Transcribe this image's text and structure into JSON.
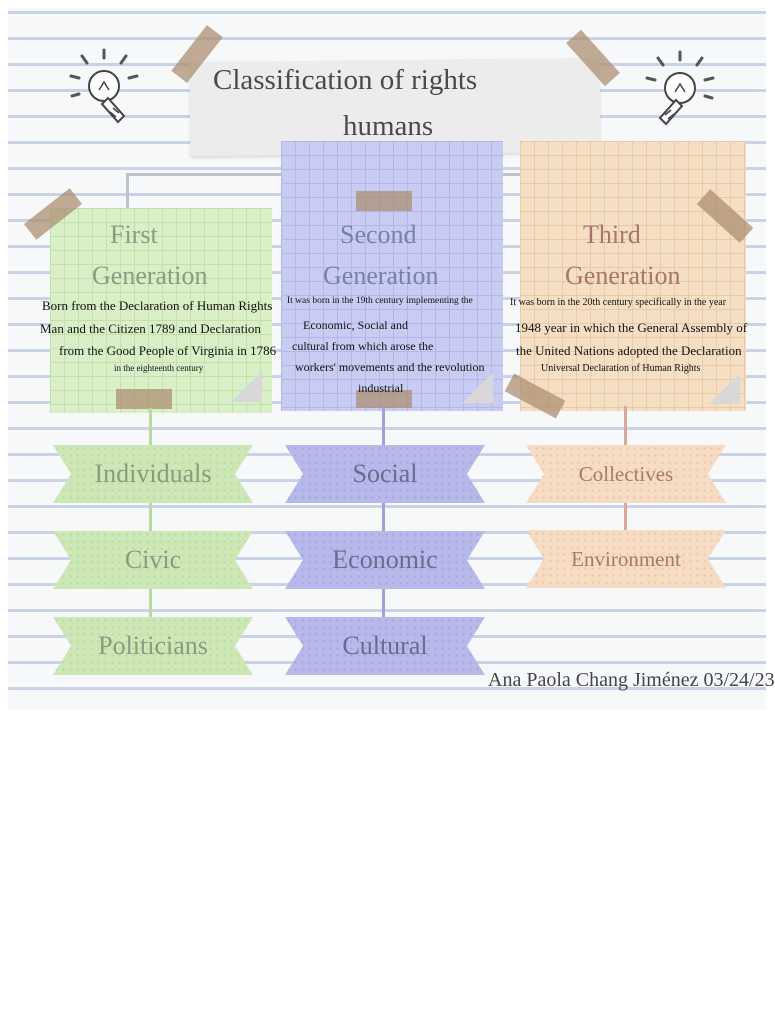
{
  "title": {
    "line1": "Classification of rights",
    "line2": "humans"
  },
  "generations": [
    {
      "heading1": "First",
      "heading2": "Generation",
      "lines": [
        "Born from the Declaration of Human Rights",
        "Man and the Citizen 1789 and Declaration",
        "from the Good People of Virginia in 1786",
        "in the eighteenth century"
      ],
      "rights": [
        "Individuals",
        "Civic",
        "Politicians"
      ]
    },
    {
      "heading1": "Second",
      "heading2": "Generation",
      "lines": [
        "It was born in the 19th century implementing the",
        "Economic, Social and",
        "cultural from which arose the",
        "workers' movements and the revolution",
        "industrial"
      ],
      "rights": [
        "Social",
        "Economic",
        "Cultural"
      ]
    },
    {
      "heading1": "Third",
      "heading2": "Generation",
      "lines": [
        "It was born in the 20th century specifically in the year",
        "1948 year in which the General Assembly of",
        "the United Nations adopted the Declaration",
        "Universal Declaration of Human Rights"
      ],
      "rights": [
        "Collectives",
        "Environment"
      ]
    }
  ],
  "author": "Ana Paola Chang Jiménez 03/24/23",
  "colors": {
    "first": "#d9efc8",
    "second": "#c8ccf2",
    "third": "#f5dfc4",
    "tape": "#aa8c6e"
  },
  "icons": [
    "lightbulb-icon",
    "lightbulb-icon"
  ]
}
